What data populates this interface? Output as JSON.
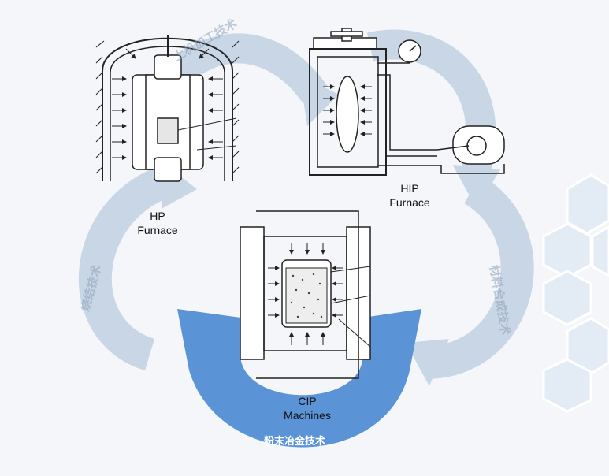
{
  "labels": {
    "hp_line1": "HP",
    "hp_line2": "Furnace",
    "hip_line1": "HIP",
    "hip_line2": "Furnace",
    "cip_line1": "CIP",
    "cip_line2": "Machines"
  },
  "arc_words": {
    "left": "烧结技术",
    "right": "材料合成技术",
    "top": "上机加工技术"
  },
  "bottom_title": "粉末冶金技术",
  "colors": {
    "arc_light": "#c9d6e6",
    "arc_dark": "#5b94d6",
    "hex": "#e3ebf4"
  }
}
